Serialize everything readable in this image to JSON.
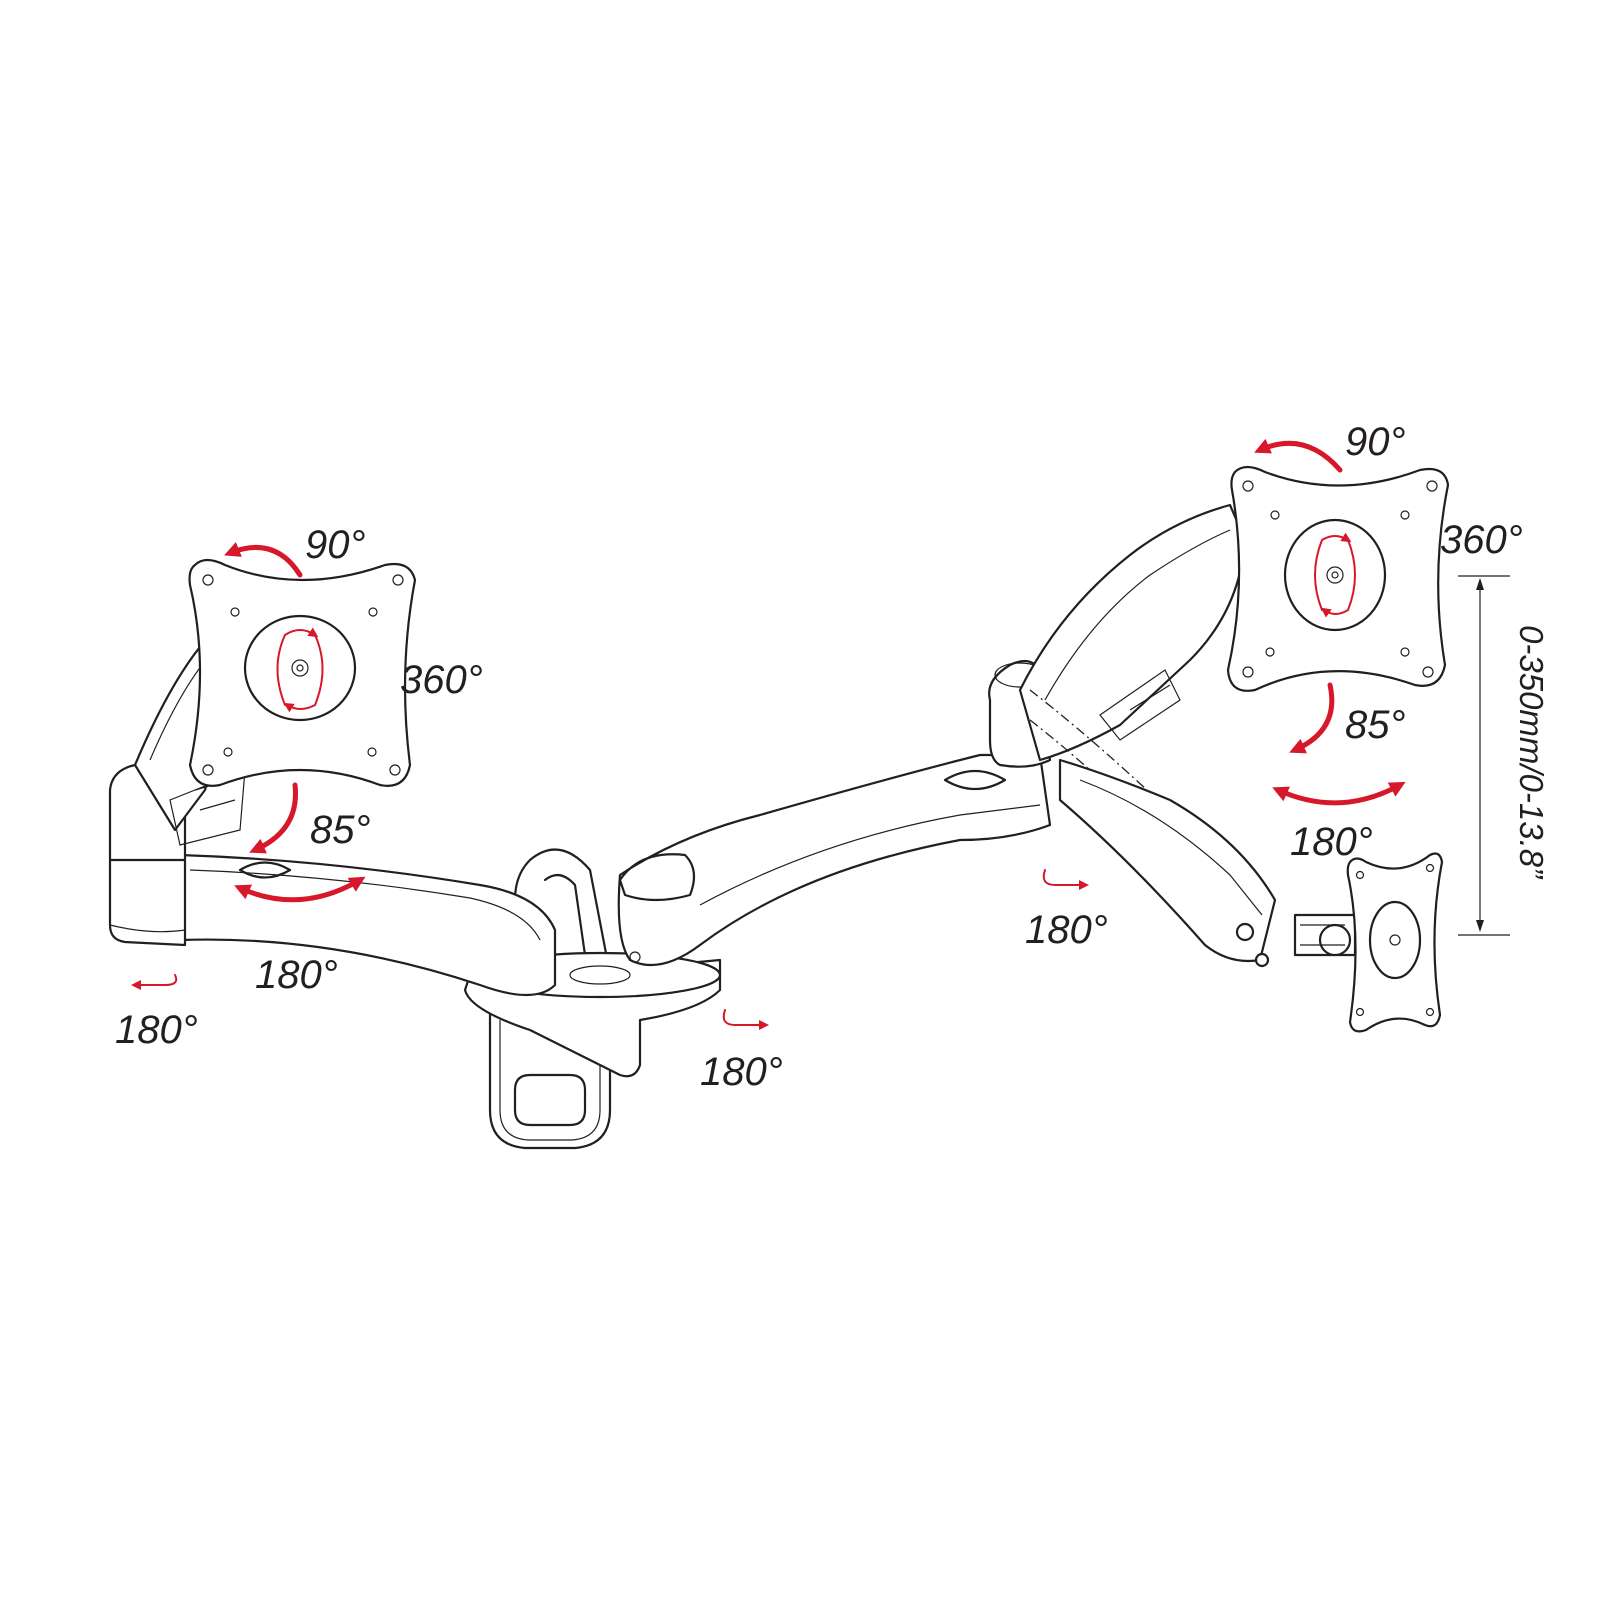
{
  "colors": {
    "line": "#231f20",
    "arrow": "#d7182a",
    "background": "#ffffff"
  },
  "labels": {
    "left_tilt": "90°",
    "left_rotate": "360°",
    "left_swivel_plate": "85°",
    "left_arm_swivel": "180°",
    "left_end_swivel": "180°",
    "center_swivel": "180°",
    "right_elbow_swivel": "180°",
    "right_tilt": "90°",
    "right_rotate": "360°",
    "right_swivel_plate": "85°",
    "right_arm_swivel": "180°",
    "height_range": "0-350mm/0-13.8”"
  }
}
